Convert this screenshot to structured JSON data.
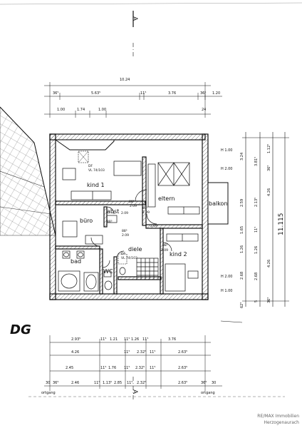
{
  "section_marker": "A",
  "top_total": "10.24",
  "top_row1": [
    "36⁵",
    "5.63⁵",
    "11⁵",
    "3.76",
    "36⁵",
    "1.20"
  ],
  "top_row2": [
    "1.00",
    "1.74",
    "1.00",
    "24"
  ],
  "right_total": "11.115",
  "right_heights": [
    "H 1.00",
    "H 2.00",
    "H 2.00",
    "H 1.00"
  ],
  "right_col1": [
    "3.24",
    "2.59",
    "1.65",
    "1.26",
    "2.68",
    "62⁵"
  ],
  "right_col2": [
    "3.81⁵",
    "2.13⁵",
    "11⁵",
    "1.26",
    "2.68",
    "5"
  ],
  "right_col3": [
    "1.12⁵",
    "36⁵",
    "4.26",
    "4.26",
    "36⁵"
  ],
  "rooms": {
    "kind1": "kind 1",
    "eltern": "eltern",
    "balkon": "balkon",
    "buero": "büro",
    "abst": "abst",
    "diele": "diele",
    "kind2": "kind 2",
    "bad": "bad",
    "wc": "WC"
  },
  "room_labels": {
    "df1": "DF",
    "vl1": "VL 74/103",
    "df2": "DF",
    "vl2": "VL 74/103",
    "d88a": "88⁵",
    "d209a": "2.09",
    "d88b": "88⁵",
    "d209b": "2.09",
    "d88c": "88⁵",
    "d209c": "2.09",
    "d88d": "88⁵",
    "d209d": "2.09",
    "d88e": "88⁵",
    "d209e": "2.09",
    "d209f": "2.09"
  },
  "logo": "DG",
  "bottom_row1": [
    "2.93⁵",
    "11⁵",
    "1.21",
    "11⁵",
    "1.26",
    "11⁵",
    "3.76"
  ],
  "bottom_row2": [
    "4.26",
    "11⁵",
    "2.32⁵",
    "11⁵",
    "2.63⁵"
  ],
  "bottom_row3": [
    "2.45",
    "11⁵",
    "1.76",
    "11⁵",
    "2.32⁵",
    "11⁵",
    "2.63⁵"
  ],
  "bottom_row4": [
    "30",
    "36⁵",
    "2.46",
    "11⁵",
    "1.13⁵",
    "2.85",
    "11⁵",
    "2.32⁵",
    "2.63⁵",
    "36⁵",
    "30"
  ],
  "bottom_outer_left": "ortgang",
  "bottom_outer_right": "ortgang",
  "watermark_line1": "RE/MAX Immobilien",
  "watermark_line2": "Herzogenaurach"
}
